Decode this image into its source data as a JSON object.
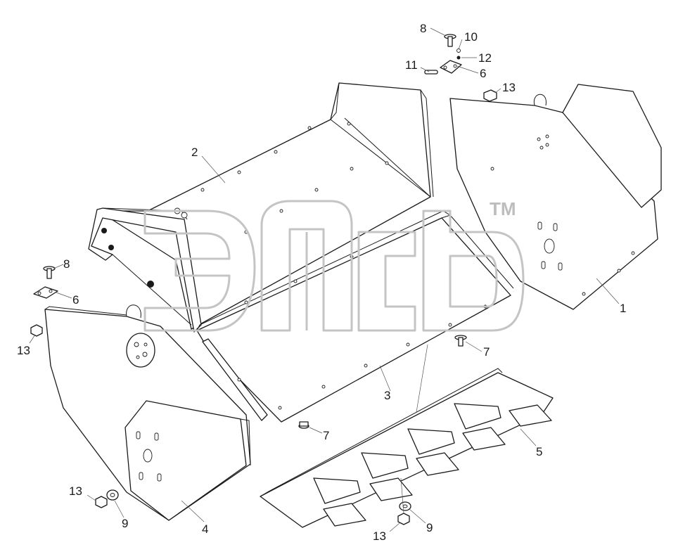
{
  "watermark": {
    "trademark": "TM"
  },
  "callouts": [
    {
      "id": "c1",
      "label": "1"
    },
    {
      "id": "c2",
      "label": "2"
    },
    {
      "id": "c3",
      "label": "3"
    },
    {
      "id": "c4",
      "label": "4"
    },
    {
      "id": "c5",
      "label": "5"
    },
    {
      "id": "c6a",
      "label": "6"
    },
    {
      "id": "c6b",
      "label": "6"
    },
    {
      "id": "c7a",
      "label": "7"
    },
    {
      "id": "c7b",
      "label": "7"
    },
    {
      "id": "c8a",
      "label": "8"
    },
    {
      "id": "c8b",
      "label": "8"
    },
    {
      "id": "c9a",
      "label": "9"
    },
    {
      "id": "c9b",
      "label": "9"
    },
    {
      "id": "c10",
      "label": "10"
    },
    {
      "id": "c11",
      "label": "11"
    },
    {
      "id": "c12",
      "label": "12"
    },
    {
      "id": "c13a",
      "label": "13"
    },
    {
      "id": "c13b",
      "label": "13"
    },
    {
      "id": "c13c",
      "label": "13"
    },
    {
      "id": "c13d",
      "label": "13"
    }
  ]
}
